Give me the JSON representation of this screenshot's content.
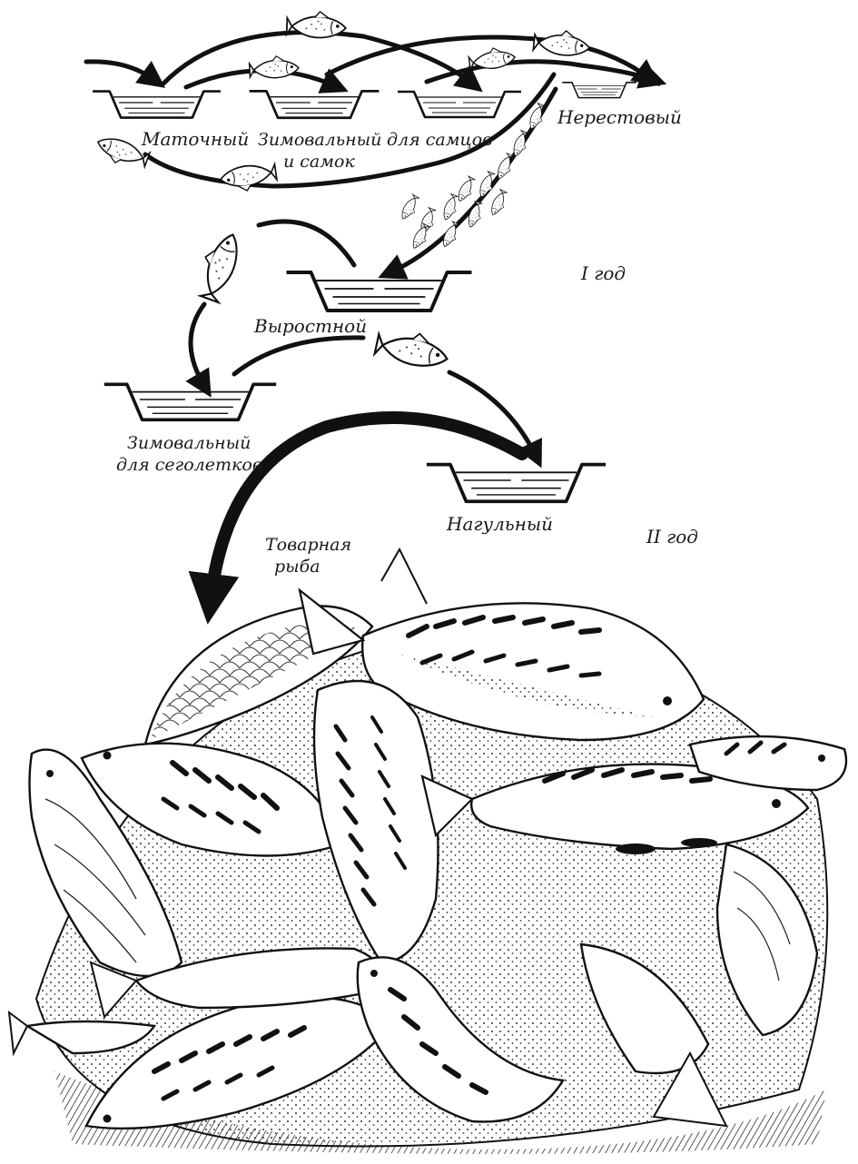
{
  "labels": {
    "broodstock_pond": "Маточный",
    "wintering_adults_line1": "Зимовальный",
    "wintering_adults_line2": "и самок",
    "males_pond": "для самцов",
    "spawning_pond": "Нерестовый",
    "year_one": "I год",
    "nursery_pond": "Выростной",
    "wintering_young_line1": "Зимовальный",
    "wintering_young_line2": "для сеголетков",
    "grow_out_pond": "Нагульный",
    "year_two": "II год",
    "market_fish_line1": "Товарная",
    "market_fish_line2": "рыба"
  },
  "colors": {
    "ink": "#111111",
    "paper": "#ffffff"
  },
  "icons": [
    "fish-icon",
    "pond-icon",
    "arrow-icon"
  ]
}
